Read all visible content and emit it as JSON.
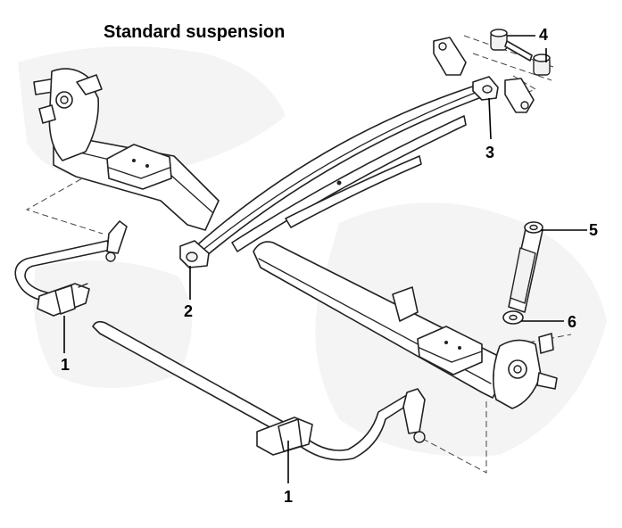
{
  "title": "Standard suspension",
  "callouts": [
    {
      "id": "anti-roll-bar-mount-left",
      "label": "1"
    },
    {
      "id": "anti-roll-bar-mount-front",
      "label": "1"
    },
    {
      "id": "leaf-spring-front-eye",
      "label": "2"
    },
    {
      "id": "leaf-spring-rear-eye",
      "label": "3"
    },
    {
      "id": "spring-bushes",
      "label": "4"
    },
    {
      "id": "shock-absorber-top",
      "label": "5"
    },
    {
      "id": "shock-absorber-bottom",
      "label": "6"
    }
  ]
}
